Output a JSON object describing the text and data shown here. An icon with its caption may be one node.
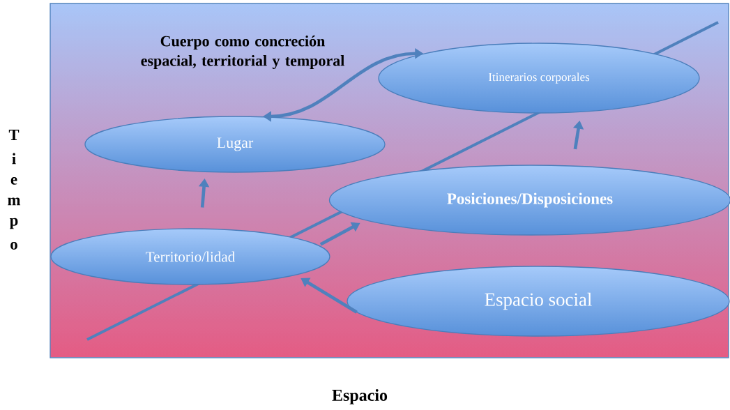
{
  "diagram": {
    "nodes": [
      {
        "text": [
          "Lugar"
        ]
      },
      {
        "text": [
          "Itinerarios corporales"
        ]
      },
      {
        "text": [
          "Territorio/lidad"
        ]
      },
      {
        "text": [
          "Posiciones/Disposiciones"
        ]
      },
      {
        "text": [
          "Espacio social"
        ]
      }
    ],
    "edges": [
      {
        "from": 2,
        "to": 0,
        "arrow": "to"
      },
      {
        "from": 4,
        "to": 2,
        "arrow": "to"
      },
      {
        "from": 2,
        "to": 3,
        "arrow": "to"
      },
      {
        "from": 3,
        "to": 1,
        "arrow": "to"
      },
      {
        "from": 0,
        "to": 1,
        "arrow": "both"
      }
    ],
    "labels": [
      "Cuerpo como concreción espacial, territorial y temporal",
      "Tiempo",
      "Espacio"
    ]
  }
}
